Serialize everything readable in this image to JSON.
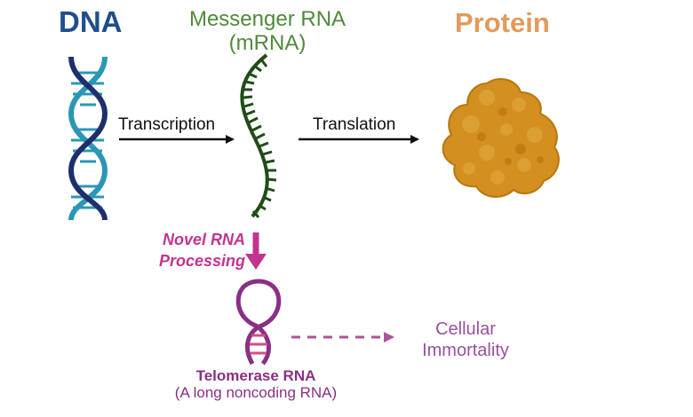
{
  "labels": {
    "dna": "DNA",
    "mrna_line1": "Messenger RNA",
    "mrna_line2": "(mRNA)",
    "protein": "Protein",
    "transcription": "Transcription",
    "translation": "Translation",
    "novel_line1": "Novel RNA",
    "novel_line2": "Processing",
    "cellular_line1": "Cellular",
    "cellular_line2": "Immortality",
    "telomerase_name": "Telomerase RNA",
    "telomerase_desc": "(A long noncoding RNA)"
  },
  "colors": {
    "dna_title": "#1f4e8c",
    "dna_strand_dark": "#1e2f6e",
    "dna_strand_light": "#2a97b5",
    "mrna_title": "#4f8a3a",
    "mrna_strand": "#1f4d17",
    "protein_title": "#e39a5b",
    "protein_fill": "#d38f1f",
    "arrow": "#111111",
    "novel_processing": "#c2348f",
    "telomerase": "#8a2f83",
    "cellular": "#9a4f9e"
  },
  "icons": {
    "dna": "dna-double-helix-icon",
    "mrna": "mrna-strand-icon",
    "protein": "protein-blob-icon",
    "telomerase": "telomerase-rna-hairpin-icon"
  }
}
